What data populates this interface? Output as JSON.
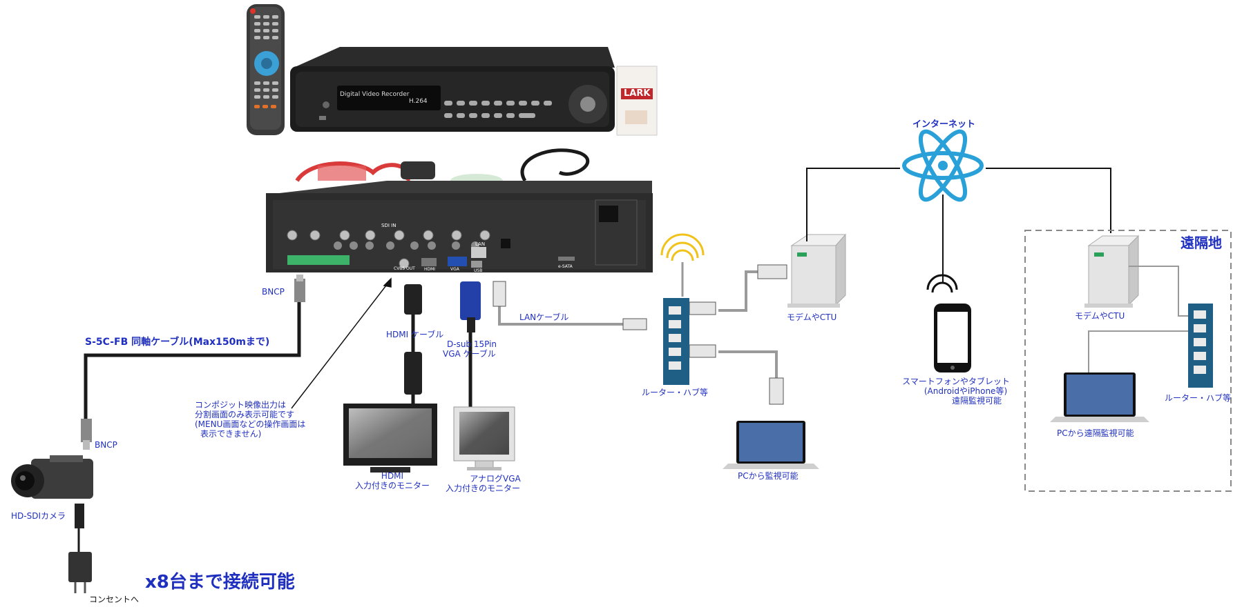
{
  "dvr": {
    "brand_text": "Digital Video Recorder",
    "codec_text": "H.264",
    "box_brand": "LARK",
    "rear_label_sdi_in": "SDI IN",
    "rear_label_lan": "LAN",
    "rear_label_cvbs_out": "CVBS OUT",
    "rear_label_hdmi": "HDMI",
    "rear_label_vga": "VGA",
    "rear_label_usb": "USB",
    "rear_label_esata": "e-SATA"
  },
  "labels": {
    "bncp_top": "BNCP",
    "coax_cable": "S-5C-FB 同軸ケーブル(Max150mまで)",
    "bncp_bottom": "BNCP",
    "camera": "HD-SDIカメラ",
    "outlet": "コンセントへ",
    "max_count": "x8台まで接続可能",
    "composite_note": [
      "コンポジット映像出力は",
      "分割画面のみ表示可能です",
      "(MENU画面などの操作画面は",
      "表示できません)"
    ],
    "hdmi_cable": "HDMI ケーブル",
    "vga_cable": [
      "D-sub 15Pin",
      "VGA ケーブル"
    ],
    "hdmi_monitor": [
      "HDMI",
      "入力付きのモニター"
    ],
    "vga_monitor": [
      "アナログVGA",
      "入力付きのモニター"
    ],
    "lan_cable": "LANケーブル",
    "router_hub": "ルーター・ハブ等",
    "modem_ctu": "モデムやCTU",
    "pc_monitoring": "PCから監視可能",
    "internet": "インターネット",
    "smartphone": [
      "スマートフォンやタブレット",
      "(AndroidやiPhone等)",
      "遠隔監視可能"
    ],
    "remote_site": "遠隔地",
    "remote_modem_ctu": "モデムやCTU",
    "remote_router_hub": "ルーター・ハブ等",
    "remote_pc": "PCから遠隔監視可能"
  },
  "icons": [
    "remote-control-icon",
    "dvr-front-icon",
    "dvr-rear-icon",
    "product-box-icon",
    "bnc-connector-icon",
    "camera-icon",
    "power-adapter-icon",
    "hdmi-connector-icon",
    "vga-connector-icon",
    "rj45-connector-icon",
    "monitor-icon",
    "wifi-icon",
    "hub-icon",
    "server-icon",
    "laptop-icon",
    "internet-globe-icon",
    "smartphone-icon"
  ],
  "colors": {
    "label_blue": "#1f2fbf",
    "hub_blue": "#1f5f86",
    "globe_blue": "#2aa0d8"
  }
}
